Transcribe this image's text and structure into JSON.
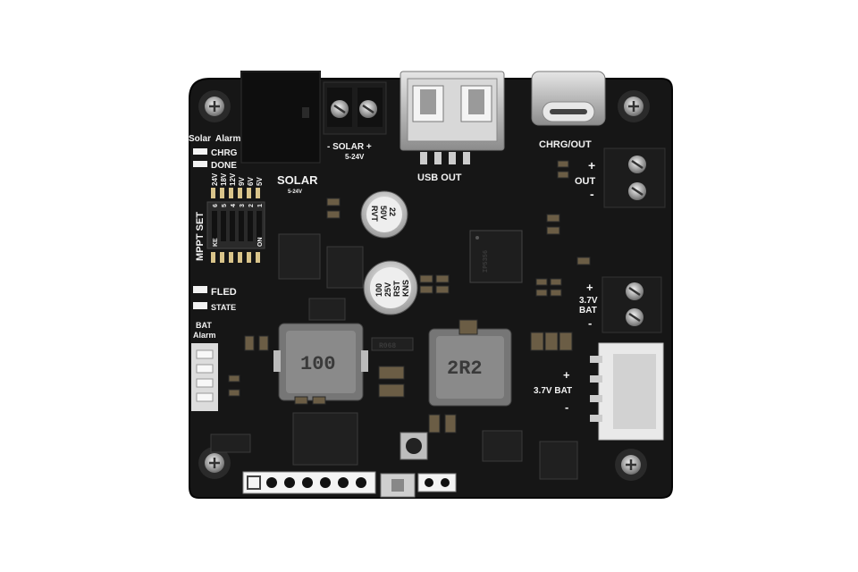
{
  "board": {
    "name": "Solar MPPT charge controller board",
    "colors": {
      "pcb": "#161616",
      "silkscreen": "#f2f2f2",
      "terminal": "#1c1c1c",
      "jst": "#e9e9e9",
      "led": "#f3f3f3"
    }
  },
  "labels": {
    "solar_led": "Solar",
    "alarm_led": "Alarm",
    "chrg": "CHRG",
    "done": "DONE",
    "solar_title": "SOLAR",
    "solar_range_small": "5-24V",
    "solar_term": "- SOLAR +",
    "solar_term_range": "5-24V",
    "usb_out": "USB OUT",
    "chrg_out": "CHRG/OUT",
    "out": "OUT",
    "mppt_set": "MPPT SET",
    "dip_volts": [
      "24V",
      "18V",
      "12V",
      "9V",
      "6V",
      "5V"
    ],
    "dip_nums": [
      "6",
      "5",
      "4",
      "3",
      "2",
      "1"
    ],
    "dip_on": "ON",
    "dip_ke": "KE",
    "fled": "FLED",
    "state": "STATE",
    "bat": "BAT",
    "bat_alarm": "Alarm",
    "bat37_a": "3.7V",
    "bat37_b": "BAT",
    "bat37_jst": "3.7V BAT",
    "plus": "+",
    "minus": "-",
    "inductor_left": "100",
    "inductor_right": "2R2",
    "cap1_line1": "22",
    "cap1_line2": "50V",
    "cap1_line3": "RVT",
    "cap2_line1": "100",
    "cap2_line2": "25V",
    "cap2_line3": "RST",
    "cap2_line4": "KNS",
    "ic_main": "IP5356",
    "ic_small": "R068"
  }
}
